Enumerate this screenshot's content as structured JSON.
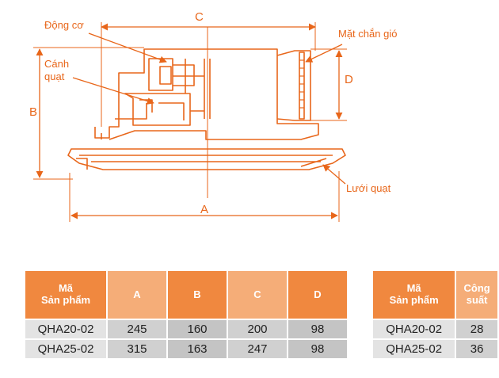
{
  "diagram": {
    "labels": {
      "motor": "Động cơ",
      "blade_line1": "Cánh",
      "blade_line2": "quạt",
      "baffle": "Mặt chắn gió",
      "grille": "Lưới quạt"
    },
    "dimensions": {
      "a": "A",
      "b": "B",
      "c": "C",
      "d": "D"
    }
  },
  "table_dimensions": {
    "header_code_line1": "Mã",
    "header_code_line2": "Sản phẩm",
    "columns": [
      "A",
      "B",
      "C",
      "D"
    ],
    "rows": [
      {
        "code": "QHA20-02",
        "values": [
          "245",
          "160",
          "200",
          "98"
        ]
      },
      {
        "code": "QHA25-02",
        "values": [
          "315",
          "163",
          "247",
          "98"
        ]
      }
    ]
  },
  "table_power": {
    "header_code_line1": "Mã",
    "header_code_line2": "Sản phẩm",
    "header_power_line1": "Công",
    "header_power_line2": "suất",
    "rows": [
      {
        "code": "QHA20-02",
        "power": "28"
      },
      {
        "code": "QHA25-02",
        "power": "36"
      }
    ]
  },
  "colors": {
    "accent": "#e8661a",
    "header_dark": "#f0883f",
    "header_light": "#f5ad78"
  }
}
